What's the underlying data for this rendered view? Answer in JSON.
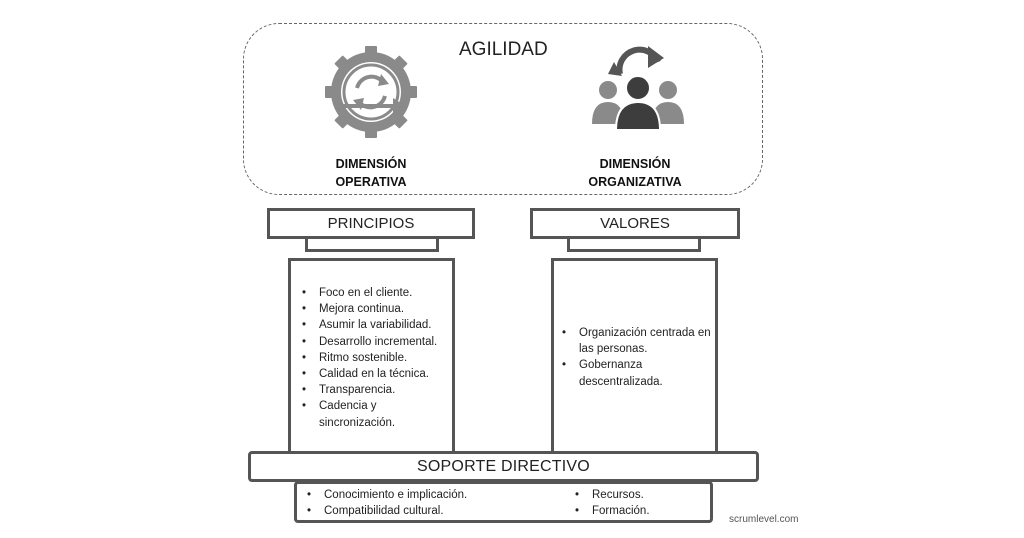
{
  "title": "AGILIDAD",
  "dimensions": {
    "operativa": {
      "line1": "DIMENSIÓN",
      "line2": "OPERATIVA",
      "icon": "gear-cycle-icon"
    },
    "organizativa": {
      "line1": "DIMENSIÓN",
      "line2": "ORGANIZATIVA",
      "icon": "people-group-icon"
    }
  },
  "principios": {
    "label": "PRINCIPIOS",
    "items": [
      "Foco en el cliente.",
      "Mejora continua.",
      "Asumir la variabilidad.",
      "Desarrollo incremental.",
      "Ritmo sostenible.",
      "Calidad en la técnica.",
      "Transparencia.",
      "Cadencia y sincronización."
    ]
  },
  "valores": {
    "label": "VALORES",
    "items": [
      "Organización centrada en las personas.",
      "Gobernanza descentralizada."
    ]
  },
  "soporte": {
    "label": "SOPORTE DIRECTIVO",
    "left_items": [
      "Conocimiento e implicación.",
      "Compatibilidad cultural."
    ],
    "right_items": [
      "Recursos.",
      "Formación."
    ]
  },
  "credit": "scrumlevel.com"
}
